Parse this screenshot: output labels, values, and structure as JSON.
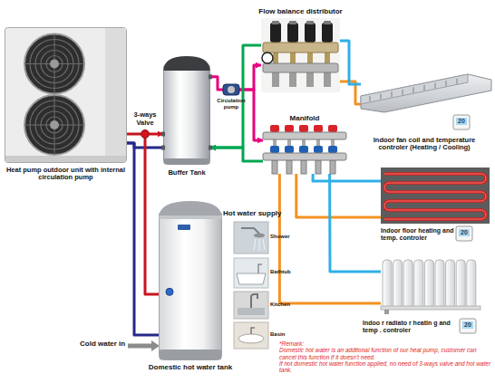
{
  "diagram": {
    "nodes": [
      {
        "text": [
          "Heat pump outdoor unit with internal circulation pump"
        ]
      },
      {
        "text": [
          "3-ways Valve"
        ]
      },
      {
        "text": [
          "Buffer Tank"
        ]
      },
      {
        "text": [
          "Circulation pump"
        ]
      },
      {
        "text": [
          "Flow balance distributor"
        ]
      },
      {
        "text": [
          "Manifold"
        ]
      },
      {
        "text": [
          "Indoor fan coil and temperature controler (Heating / Cooling)"
        ]
      },
      {
        "text": [
          "Indoor floor heating and temp. controler"
        ]
      },
      {
        "text": [
          "Indoo r radiato r heatin g and temp . controler"
        ]
      },
      {
        "text": [
          "Domestic hot water tank"
        ]
      }
    ],
    "edges": [
      {
        "from": 0,
        "to": 1,
        "arrow": "none"
      },
      {
        "from": 1,
        "to": 2,
        "arrow": "to"
      },
      {
        "from": 2,
        "to": 0,
        "arrow": "none"
      },
      {
        "from": 1,
        "to": 9,
        "arrow": "none"
      },
      {
        "from": 9,
        "to": 0,
        "arrow": "none"
      },
      {
        "from": 2,
        "to": 3,
        "arrow": "none"
      },
      {
        "from": 3,
        "to": 4,
        "arrow": "to"
      },
      {
        "from": 3,
        "to": 5,
        "arrow": "to"
      },
      {
        "from": 4,
        "to": 2,
        "arrow": "to"
      },
      {
        "from": 5,
        "to": 2,
        "arrow": "to"
      },
      {
        "from": 4,
        "to": 6,
        "arrow": "none"
      },
      {
        "from": 6,
        "to": 4,
        "arrow": "none"
      },
      {
        "from": 5,
        "to": 7,
        "arrow": "none"
      },
      {
        "from": 7,
        "to": 5,
        "arrow": "none"
      },
      {
        "from": 5,
        "to": 8,
        "arrow": "none"
      },
      {
        "from": 8,
        "to": 5,
        "arrow": "none"
      }
    ],
    "labels": [
      "Hot water supply",
      "Shower",
      "Bathtub",
      "Kitchen",
      "Basin",
      "Cold water in",
      "*Remark:",
      "Domestic hot water is an additonal function of our heat pump, customer can cancel this function if it doesn't need.",
      "If not domestic hot water function applied, no need of 3-ways valve and hot water tank.",
      "20",
      "20",
      "20"
    ]
  }
}
